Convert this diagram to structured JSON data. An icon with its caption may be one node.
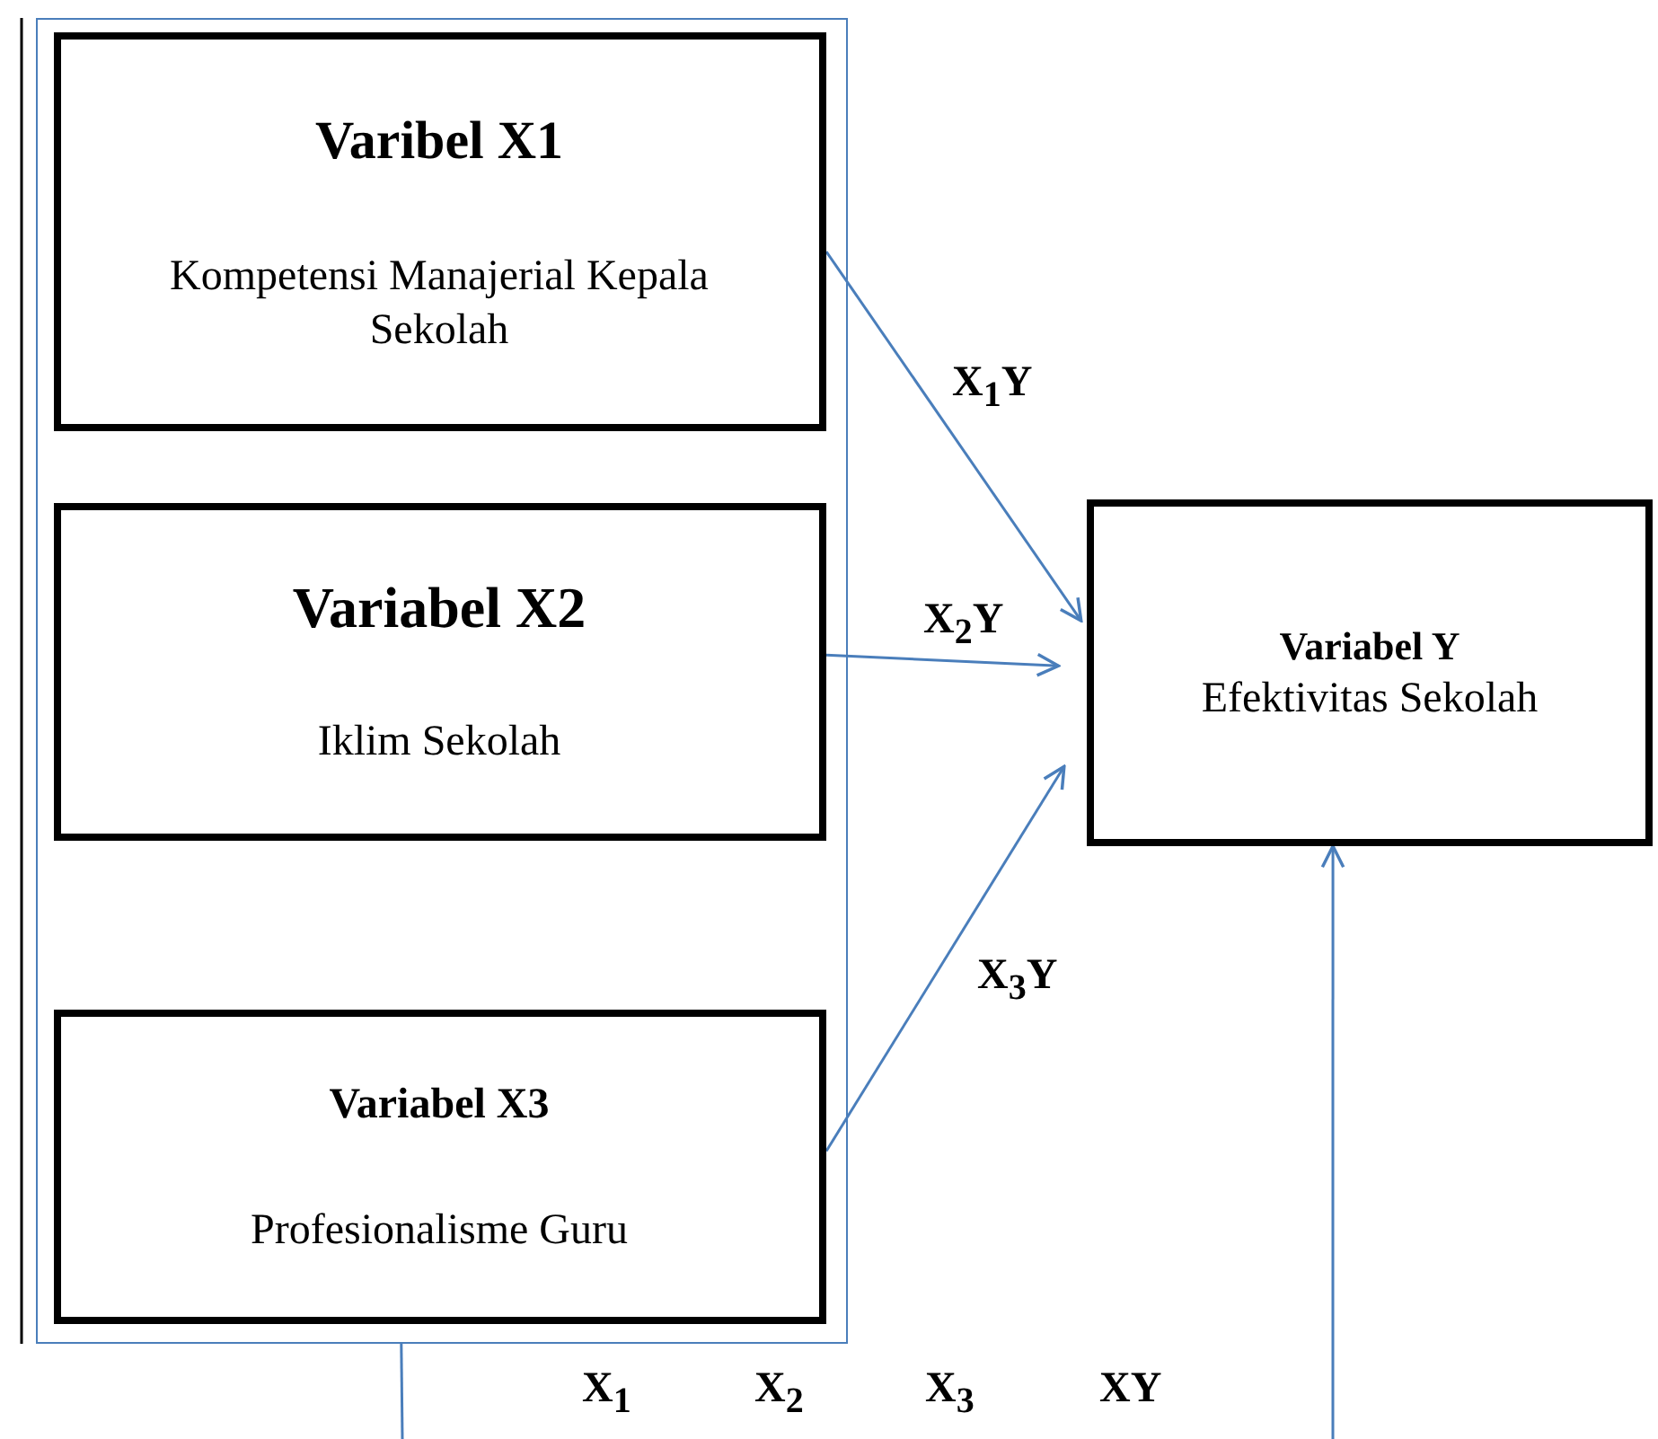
{
  "diagram": {
    "nodes": [
      {
        "text": [],
        "shape": "box"
      },
      {
        "text": [
          "Varibel X1",
          "Kompetensi Manajerial Kepala Sekolah"
        ],
        "in": 0
      },
      {
        "text": [
          "Variabel X2",
          "Iklim Sekolah"
        ],
        "in": 0
      },
      {
        "text": [
          "Variabel X3",
          "Profesionalisme Guru"
        ],
        "in": 0
      },
      {
        "text": [
          "Variabel Y",
          "Efektivitas Sekolah"
        ]
      }
    ],
    "edges": [
      {
        "from": 1,
        "to": 4,
        "arrow": "to",
        "label": "X$_{1}$Y"
      },
      {
        "from": 2,
        "to": 4,
        "arrow": "to",
        "label": "X$_{2}$Y"
      },
      {
        "from": 3,
        "to": 4,
        "arrow": "to",
        "label": "X$_{3}$Y"
      },
      {
        "from": 0,
        "to": null,
        "arrow": "none"
      },
      {
        "from": null,
        "to": 4,
        "arrow": "to"
      }
    ],
    "labels": [
      "X$_{1}$",
      "X$_{2}$",
      "X$_{3}$",
      "XY"
    ]
  }
}
